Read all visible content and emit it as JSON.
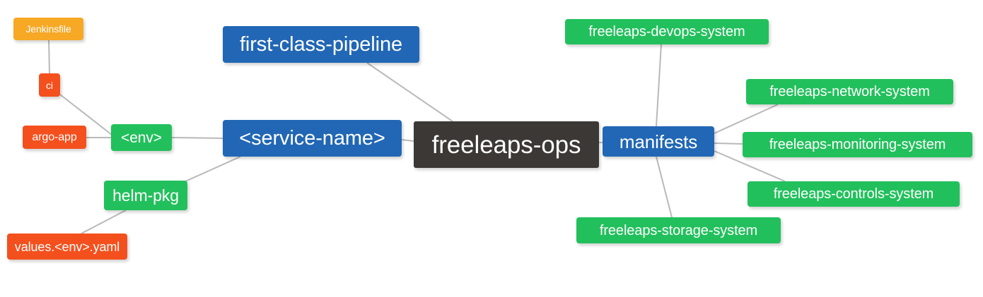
{
  "diagram": {
    "type": "mindmap",
    "title": "freeleaps-ops",
    "background": "#ffffff",
    "edge_color": "#b9b9b9",
    "palette": {
      "root": "#3B3835",
      "blue": "#2167B5",
      "green": "#22C05C",
      "orange": "#F7A825",
      "red": "#F4501E",
      "text": "#ffffff"
    }
  },
  "nodes": [
    {
      "id": "jenkinsfile",
      "label": "Jenkinsfile",
      "color_role": "orange"
    },
    {
      "id": "ci",
      "label": "ci",
      "color_role": "red"
    },
    {
      "id": "argo-app",
      "label": "argo-app",
      "color_role": "red"
    },
    {
      "id": "env",
      "label": "<env>",
      "color_role": "green"
    },
    {
      "id": "helm-pkg",
      "label": "helm-pkg",
      "color_role": "green"
    },
    {
      "id": "values-yaml",
      "label": "values.<env>.yaml",
      "color_role": "red"
    },
    {
      "id": "first-class-pipeline",
      "label": "first-class-pipeline",
      "color_role": "blue"
    },
    {
      "id": "service-name",
      "label": "<service-name>",
      "color_role": "blue"
    },
    {
      "id": "freeleaps-ops",
      "label": "freeleaps-ops",
      "color_role": "root"
    },
    {
      "id": "manifests",
      "label": "manifests",
      "color_role": "blue"
    },
    {
      "id": "devops-system",
      "label": "freeleaps-devops-system",
      "color_role": "green"
    },
    {
      "id": "network-system",
      "label": "freeleaps-network-system",
      "color_role": "green"
    },
    {
      "id": "monitoring-system",
      "label": "freeleaps-monitoring-system",
      "color_role": "green"
    },
    {
      "id": "controls-system",
      "label": "freeleaps-controls-system",
      "color_role": "green"
    },
    {
      "id": "storage-system",
      "label": "freeleaps-storage-system",
      "color_role": "green"
    }
  ],
  "edges": [
    {
      "from": "jenkinsfile",
      "to": "ci"
    },
    {
      "from": "ci",
      "to": "env"
    },
    {
      "from": "argo-app",
      "to": "env"
    },
    {
      "from": "env",
      "to": "service-name"
    },
    {
      "from": "helm-pkg",
      "to": "service-name"
    },
    {
      "from": "values-yaml",
      "to": "helm-pkg"
    },
    {
      "from": "first-class-pipeline",
      "to": "freeleaps-ops"
    },
    {
      "from": "service-name",
      "to": "freeleaps-ops"
    },
    {
      "from": "freeleaps-ops",
      "to": "manifests"
    },
    {
      "from": "manifests",
      "to": "devops-system"
    },
    {
      "from": "manifests",
      "to": "network-system"
    },
    {
      "from": "manifests",
      "to": "monitoring-system"
    },
    {
      "from": "manifests",
      "to": "controls-system"
    },
    {
      "from": "manifests",
      "to": "storage-system"
    }
  ]
}
